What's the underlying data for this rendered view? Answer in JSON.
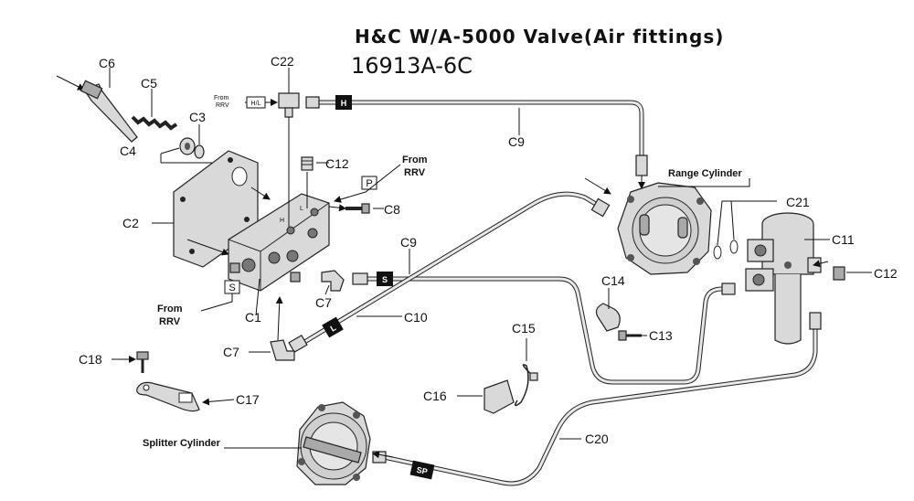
{
  "title": "H&C W/A-5000 Valve(Air fittings)",
  "part_number": "16913A-6C",
  "callouts": {
    "c1": "C1",
    "c2": "C2",
    "c3": "C3",
    "c4": "C4",
    "c5": "C5",
    "c6": "C6",
    "c7a": "C7",
    "c7b": "C7",
    "c8": "C8",
    "c9a": "C9",
    "c9b": "C9",
    "c10": "C10",
    "c11": "C11",
    "c12a": "C12",
    "c12b": "C12",
    "c13": "C13",
    "c14": "C14",
    "c15": "C15",
    "c16": "C16",
    "c17": "C17",
    "c18": "C18",
    "c20": "C20",
    "c21": "C21",
    "c22": "C22"
  },
  "labels": {
    "range_cylinder": "Range Cylinder",
    "splitter_cylinder": "Splitter Cylinder",
    "from_rrv_right_1": "From",
    "from_rrv_right_2": "RRV",
    "from_rrv_left_1": "From",
    "from_rrv_left_2": "RRV",
    "from_rrv_top_1": "From",
    "from_rrv_top_2": "RRV"
  },
  "port_tags": {
    "h_hose": "H",
    "hl_small": "H/L",
    "p_box": "P",
    "s_box": "S",
    "s_hose": "S",
    "l_hose": "L",
    "sp_hose": "SP",
    "h_port": "H",
    "l_port": "L"
  }
}
